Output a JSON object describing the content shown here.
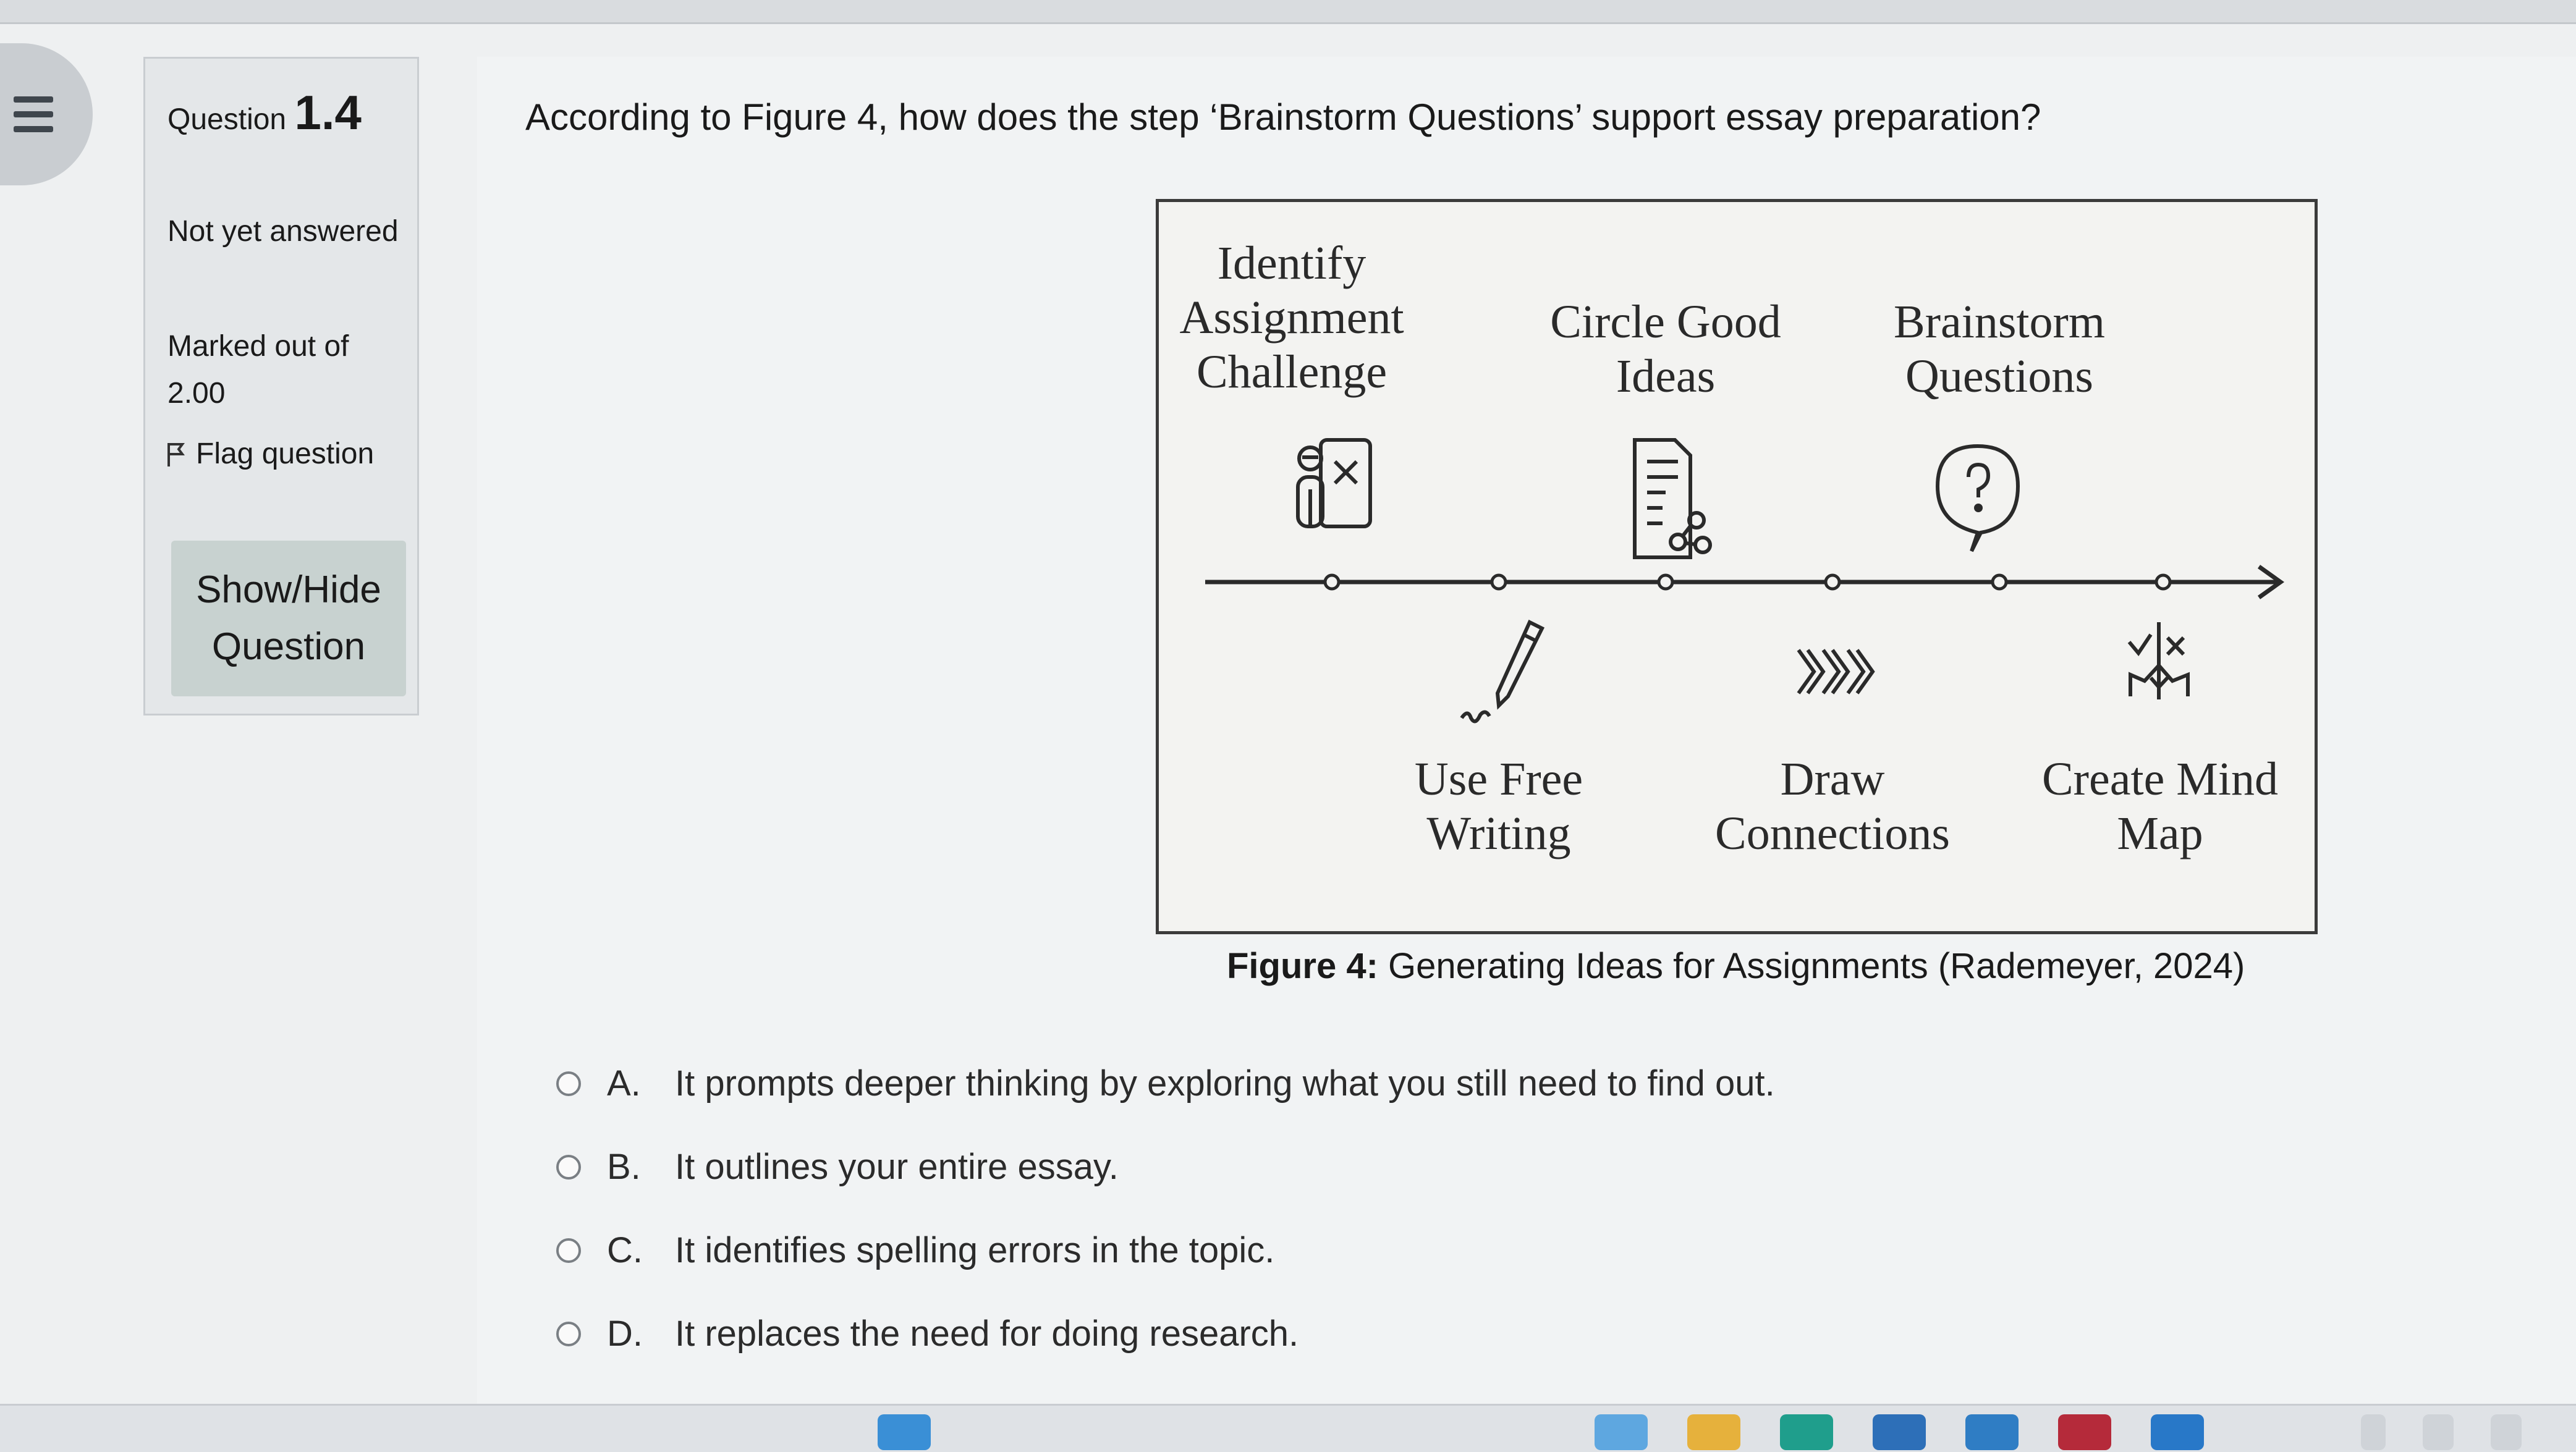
{
  "sidebar": {
    "question_label": "Question",
    "question_number": "1.4",
    "status": "Not yet answered",
    "marks": "Marked out of 2.00",
    "flag_label": "Flag question",
    "toggle_label": "Show/Hide Question"
  },
  "question": {
    "text": "According to Figure 4, how does the step ‘Brainstorm Questions’ support essay preparation?"
  },
  "figure": {
    "top_steps": [
      "Identify\nAssignment\nChallenge",
      "Circle Good\nIdeas",
      "Brainstorm\nQuestions"
    ],
    "bottom_steps": [
      "Use Free\nWriting",
      "Draw\nConnections",
      "Create Mind\nMap"
    ],
    "caption_bold": "Figure 4:",
    "caption_text": "Generating Ideas for Assignments (Rademeyer, 2024)"
  },
  "options": [
    {
      "letter": "A.",
      "text": "It prompts deeper thinking by exploring what you still need to find out."
    },
    {
      "letter": "B.",
      "text": "It outlines your entire essay."
    },
    {
      "letter": "C.",
      "text": "It identifies spelling errors in the topic."
    },
    {
      "letter": "D.",
      "text": "It replaces the need for doing research."
    }
  ]
}
